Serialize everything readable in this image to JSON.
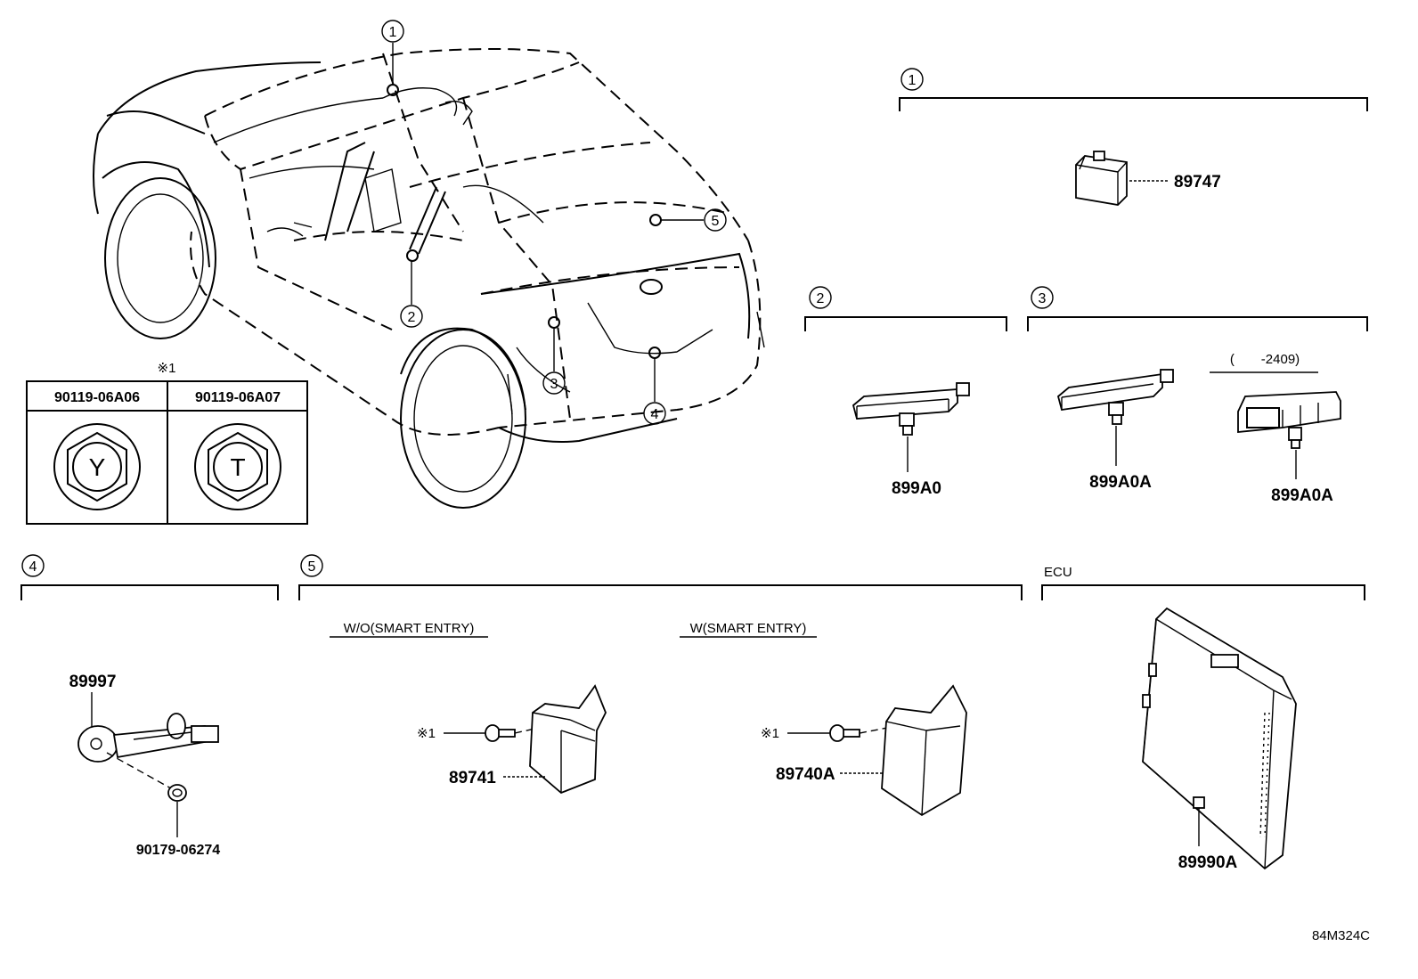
{
  "diagram_id": "84M324C",
  "callouts": [
    "1",
    "2",
    "3",
    "4",
    "5"
  ],
  "note_mark": "※1",
  "note_table": {
    "headers": [
      "90119-06A06",
      "90119-06A07"
    ],
    "symbols": [
      "Y",
      "T"
    ]
  },
  "groups": {
    "g1": {
      "number": "1",
      "parts": [
        "89747"
      ]
    },
    "g2": {
      "number": "2",
      "parts": [
        "899A0"
      ]
    },
    "g3": {
      "number": "3",
      "parts": [
        "899A0A",
        "899A0A"
      ],
      "date_range": "(　　-2409)"
    },
    "g4": {
      "number": "4",
      "parts": [
        "89997",
        "90179-06274"
      ]
    },
    "g5": {
      "number": "5",
      "left_label": "W/O(SMART ENTRY)",
      "right_label": "W(SMART ENTRY)",
      "left_part": "89741",
      "right_part": "89740A",
      "note": "※1"
    },
    "ecu": {
      "label": "ECU",
      "part": "89990A"
    }
  }
}
